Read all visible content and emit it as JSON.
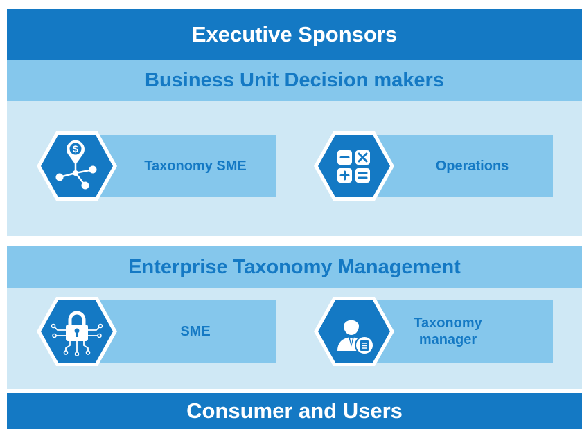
{
  "sections": {
    "executive_sponsors": "Executive Sponsors",
    "business_unit": "Business Unit Decision makers",
    "enterprise_taxonomy": "Enterprise Taxonomy Management",
    "consumers": "Consumer and Users"
  },
  "cards": {
    "taxonomy_sme": {
      "label": "Taxonomy SME",
      "icon": "dollar-network-icon"
    },
    "operations": {
      "label": "Operations",
      "icon": "calculator-icon"
    },
    "sme": {
      "label": "SME",
      "icon": "padlock-circuit-icon"
    },
    "taxonomy_manager": {
      "label": "Taxonomy manager",
      "icon": "manager-document-icon"
    }
  },
  "colors": {
    "primary_blue": "#1479c4",
    "light_blue": "#85c7ec",
    "panel_blue": "#cfe8f5",
    "text_white": "#ffffff"
  }
}
